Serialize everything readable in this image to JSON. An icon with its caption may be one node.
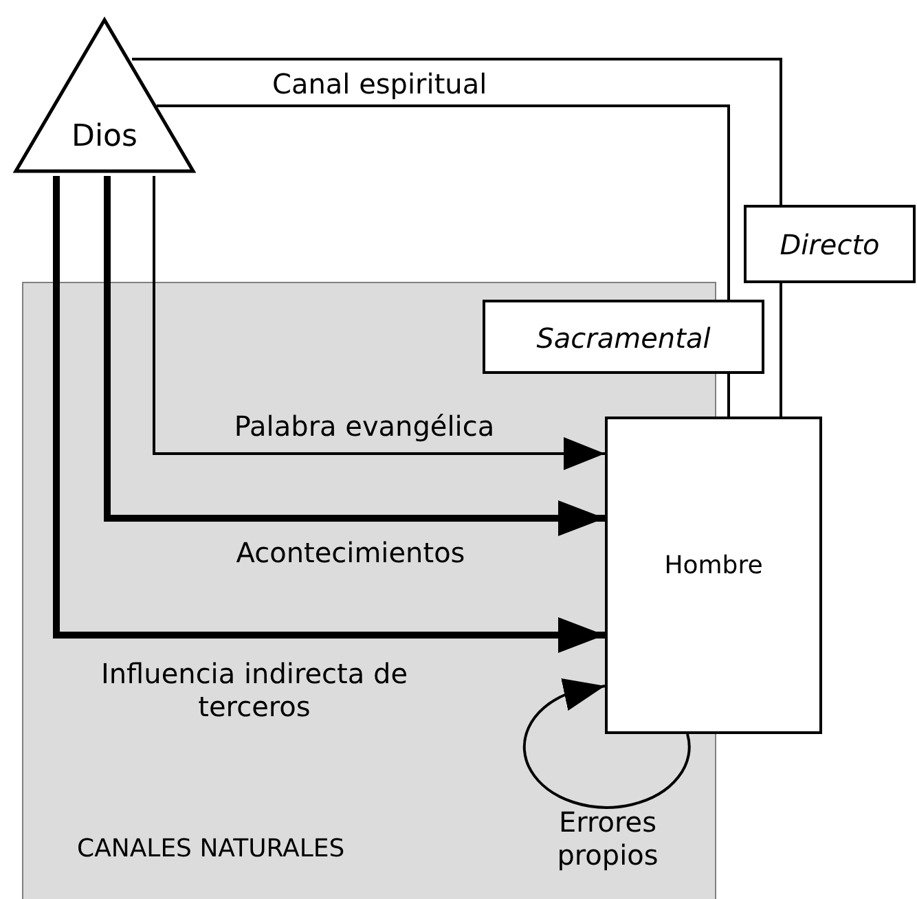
{
  "diagram": {
    "nodes": [
      {
        "text": [
          "Dios"
        ]
      },
      {
        "text": [
          "Directo"
        ]
      },
      {
        "text": [
          "Sacramental"
        ]
      },
      {
        "text": [
          "Hombre"
        ]
      }
    ],
    "edges": [
      {
        "from": 0,
        "to": 1,
        "arrow": "none"
      },
      {
        "from": 1,
        "to": 3,
        "arrow": "none"
      },
      {
        "from": 0,
        "to": 2,
        "arrow": "none"
      },
      {
        "from": 2,
        "to": 3,
        "arrow": "none"
      },
      {
        "from": 0,
        "to": 3,
        "arrow": "to",
        "label": "Palabra evangélica"
      },
      {
        "from": 0,
        "to": 3,
        "arrow": "to",
        "label": "Acontecimientos",
        "style": "thick"
      },
      {
        "from": 0,
        "to": 3,
        "arrow": "to",
        "label": "Influencia indirecta de terceros",
        "style": "thick"
      },
      {
        "from": 3,
        "to": 3,
        "arrow": "to",
        "label": "Errores propios"
      }
    ],
    "labels": [
      "Canal espiritual",
      "CANALES NATURALES"
    ]
  }
}
